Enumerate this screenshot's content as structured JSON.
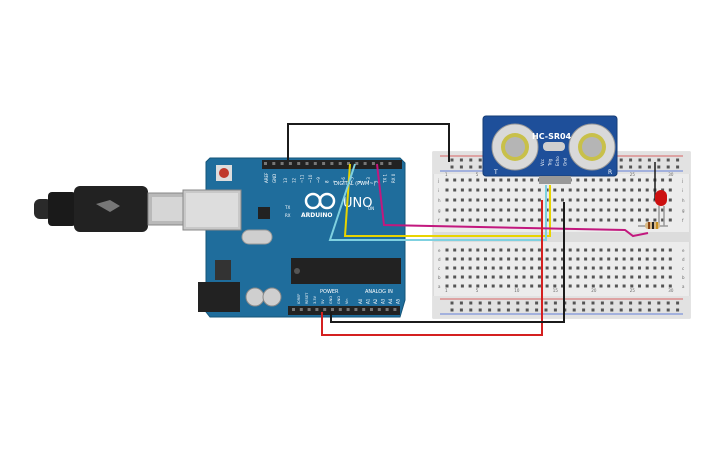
{
  "arduino": {
    "brand": "ARDUINO",
    "model": "UNO",
    "digital_label": "DIGITAL (PWM~)",
    "power_label": "POWER",
    "analog_label": "ANALOG IN",
    "tx": "TX",
    "rx": "RX",
    "on": "ON",
    "aref": "AREF",
    "gnd": "GND",
    "digital_pins": [
      "13",
      "12",
      "~11",
      "~10",
      "~9",
      "8",
      "7",
      "~6",
      "~5",
      "4",
      "~3",
      "2",
      "TX 1",
      "RX 0"
    ],
    "power_pins": [
      "IOREF",
      "RESET",
      "3.3V",
      "5V",
      "GND",
      "GND",
      "Vin"
    ],
    "analog_pins": [
      "A0",
      "A1",
      "A2",
      "A3",
      "A4",
      "A5"
    ]
  },
  "sensor": {
    "name": "HC-SR04",
    "pins": [
      "Vcc",
      "Trig",
      "Echo",
      "Gnd"
    ],
    "left_mark": "T",
    "right_mark": "R"
  },
  "breadboard": {
    "row_letters_top": [
      "j",
      "i",
      "h",
      "g",
      "f"
    ],
    "row_letters_bottom": [
      "e",
      "d",
      "c",
      "b",
      "a"
    ],
    "columns": [
      "1",
      "5",
      "10",
      "15",
      "20",
      "25",
      "30"
    ]
  },
  "colors": {
    "board": "#1f6d9c",
    "breadboard": "#e9e9e9",
    "wire_black": "#1b1b1b",
    "wire_red": "#d42020",
    "wire_yellow": "#e8d400",
    "wire_cyan": "#7fd1e0",
    "wire_magenta": "#c2187e",
    "led": "#cc1010",
    "sensor": "#1e4f9a"
  }
}
